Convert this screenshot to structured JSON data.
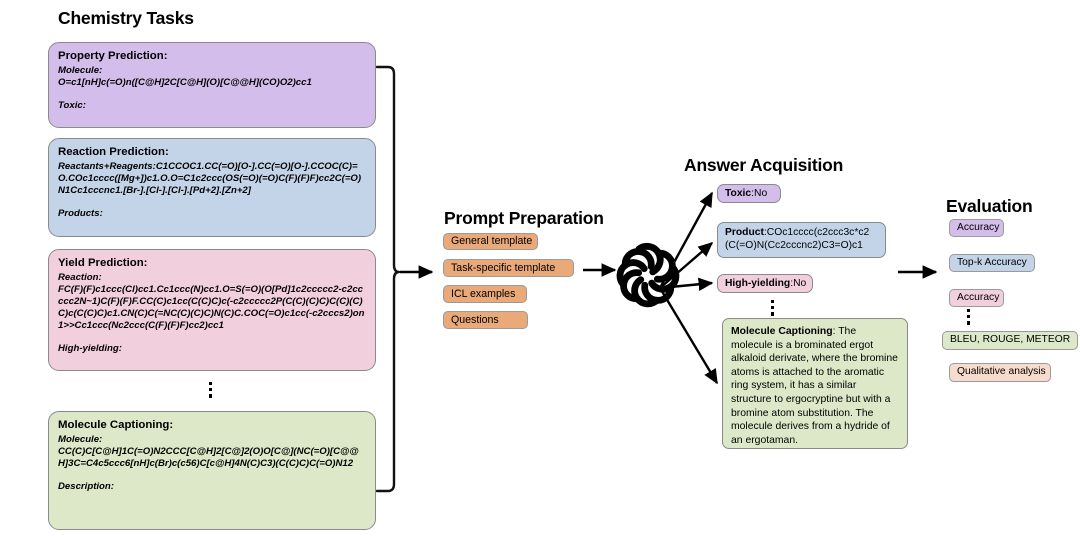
{
  "headings": {
    "chemistry_tasks": "Chemistry Tasks",
    "prompt_preparation": "Prompt Preparation",
    "answer_acquisition": "Answer Acquisition",
    "evaluation": "Evaluation"
  },
  "tasks": [
    {
      "title": "Property Prediction:",
      "input_label": "Molecule:",
      "input_value": "O=c1[nH]c(=O)n([C@H]2C[C@H](O)[C@@H](CO)O2)cc1",
      "output_label": "Toxic:",
      "color": "#d3bdeb"
    },
    {
      "title": "Reaction Prediction:",
      "input_label": "Reactants+Reagents:C1CCOC1.CC(=O)[O-].CC(=O)[O-].CCOC(C)=O.COc1cccc([Mg+])c1.O.O=C1c2ccc(OS(=O)(=O)C(F)(F)F)cc2C(=O)N1Cc1cccnc1.[Br-].[Cl-].[Cl-].[Pd+2].[Zn+2]",
      "input_value": "",
      "output_label": "Products:",
      "color": "#c3d4e8"
    },
    {
      "title": "Yield Prediction:",
      "input_label": "Reaction:",
      "input_value": "FC(F)(F)c1ccc(Cl)cc1.Cc1ccc(N)cc1.O=S(=O)(O[Pd]1c2ccccc2-c2ccccc2N~1)C(F)(F)F.CC(C)c1cc(C(C)C)c(-c2ccccc2P(C(C)(C)C)C(C)(C)C)c(C(C)C)c1.CN(C)C(=NC(C)(C)C)N(C)C.COC(=O)c1cc(-c2cccs2)on1>>Cc1ccc(Nc2ccc(C(F)(F)F)cc2)cc1",
      "output_label": "High-yielding:",
      "color": "#f2cfdc"
    },
    {
      "title": "Molecule Captioning:",
      "input_label": "Molecule:",
      "input_value": "CC(C)C[C@H]1C(=O)N2CCC[C@H]2[C@]2(O)O[C@](NC(=O)[C@@H]3C=C4c5ccc6[nH]c(Br)c(c56)C[c@H]4N(C)C3)(C(C)C)C(=O)N12",
      "output_label": "Description:",
      "color": "#dce8c8"
    }
  ],
  "prompt_items": [
    {
      "label": "General template"
    },
    {
      "label": "Task-specific template"
    },
    {
      "label": "ICL examples"
    },
    {
      "label": "Questions"
    }
  ],
  "model": {
    "icon": "openai-logo"
  },
  "answers": {
    "toxic": {
      "label": "Toxic",
      "separator": ": ",
      "value": "No",
      "color": "#d3bdeb"
    },
    "product": {
      "label": "Product",
      "separator": ":",
      "value": "COc1cccc(c2ccc3c*c2(C(=O)N(Cc2cccnc2)C3=O)c1",
      "color": "#c3d4e8"
    },
    "yield": {
      "label": "High-yielding",
      "separator": ": ",
      "value": "No",
      "color": "#f2cfdc"
    },
    "caption": {
      "label": "Molecule Captioning",
      "separator": ": ",
      "value": "The molecule is a brominated ergot alkaloid derivate, where the bromine atoms is attached to the aromatic ring system, it has a similar structure to ergocryptine but with a bromine atom substitution. The molecule derives from a hydride of an ergotaman.",
      "color": "#dce8c8"
    }
  },
  "evaluation_items": [
    {
      "label": "Accuracy",
      "color": "#d3bdeb"
    },
    {
      "label": "Top-k Accuracy",
      "color": "#c3d4e8"
    },
    {
      "label": "Accuracy",
      "color": "#f2cfdc"
    },
    {
      "label": "BLEU, ROUGE, METEOR",
      "color": "#dce8c8"
    },
    {
      "label": "Qualitative analysis",
      "color": "#f7dccd"
    }
  ],
  "ellipsis": {
    "glyph": "vertical-ellipsis"
  },
  "colors": {
    "purple": "#d3bdeb",
    "blue": "#c3d4e8",
    "pink": "#f2cfdc",
    "green": "#dce8c8",
    "orange": "#eaa979",
    "peach": "#f7dccd",
    "stroke": "#000000"
  }
}
